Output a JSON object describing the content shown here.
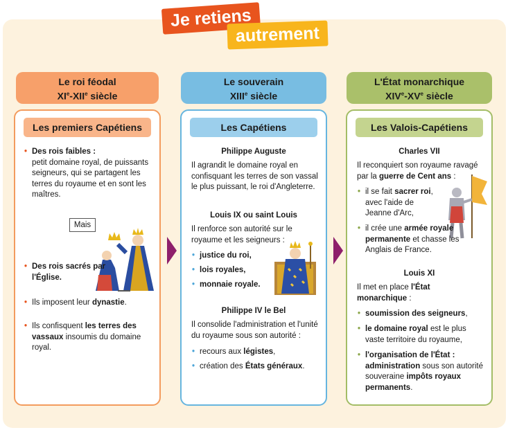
{
  "title": {
    "part1": "Je retiens",
    "part2": "autrement"
  },
  "columns": [
    {
      "header_line1": "Le roi féodal",
      "header_roman1": "XI",
      "header_sup1": "e",
      "header_sep": "-",
      "header_roman2": "XII",
      "header_sup2": "e",
      "header_suffix": " siècle",
      "subheader": "Les premiers Capétiens",
      "b1_bold": "Des rois faibles :",
      "b1_text": "petit domaine royal, de puissants seigneurs, qui se partagent les terres du royaume et en sont les maîtres.",
      "mais": "Mais",
      "b2_bold": "Des rois sacrés par l'Église.",
      "b3_text": "Ils imposent leur ",
      "b3_bold": "dynastie",
      "b3_end": ".",
      "b4_text": "Ils confisquent ",
      "b4_bold": "les terres des vassaux",
      "b4_end": " insoumis du domaine royal."
    },
    {
      "header_line1": "Le souverain",
      "header_roman1": "XIII",
      "header_sup1": "e",
      "header_suffix": " siècle",
      "subheader": "Les Capétiens",
      "k1_name": "Philippe Auguste",
      "k1_text": "Il agrandit le domaine royal en confisquant les terres de son vassal le plus puissant, le roi d'Angleterre.",
      "k2_name": "Louis IX ou saint Louis",
      "k2_text": "Il renforce son autorité sur le royaume et les seigneurs :",
      "k2_items": [
        "justice du roi,",
        "lois royales,",
        "monnaie royale."
      ],
      "k3_name": "Philippe IV le Bel",
      "k3_text": "Il consolide l'administration et l'unité du royaume sous son autorité :",
      "k3_i1_text": "recours aux ",
      "k3_i1_bold": "légistes",
      "k3_i1_end": ",",
      "k3_i2_text": "création des ",
      "k3_i2_bold": "États généraux",
      "k3_i2_end": "."
    },
    {
      "header_line1": "L'État monarchique",
      "header_roman1": "XIV",
      "header_sup1": "e",
      "header_sep": "-",
      "header_roman2": "XV",
      "header_sup2": "e",
      "header_suffix": " siècle",
      "subheader": "Les Valois-Capétiens",
      "k1_name": "Charles VII",
      "k1_text": "Il reconquiert son royaume ravagé par la ",
      "k1_bold": "guerre de Cent ans",
      "k1_end": " :",
      "k1_i1_text": "il se fait ",
      "k1_i1_bold": "sacrer roi",
      "k1_i1_end": ", avec l'aide de Jeanne d'Arc,",
      "k1_i2_text": "il crée une ",
      "k1_i2_bold": "armée royale permanente",
      "k1_i2_end": " et chasse les Anglais de France.",
      "k2_name": "Louis XI",
      "k2_text": "Il met en place ",
      "k2_bold": "l'État monarchique",
      "k2_end": " :",
      "k2_items": [
        {
          "bold": "soumission des seigneurs",
          "text": ","
        },
        {
          "pre": "",
          "bold": "le domaine royal",
          "text": " est le plus vaste territoire du royaume,"
        },
        {
          "bold": "l'organisation de l'État : administration",
          "text": " sous son autorité souveraine ",
          "bold2": "impôts royaux permanents",
          "end": "."
        }
      ]
    }
  ],
  "colors": {
    "orange": "#e8541e",
    "yellow": "#f8b51c",
    "blue": "#66b5df",
    "green": "#a3bd66",
    "arrow": "#8e1f6b"
  }
}
